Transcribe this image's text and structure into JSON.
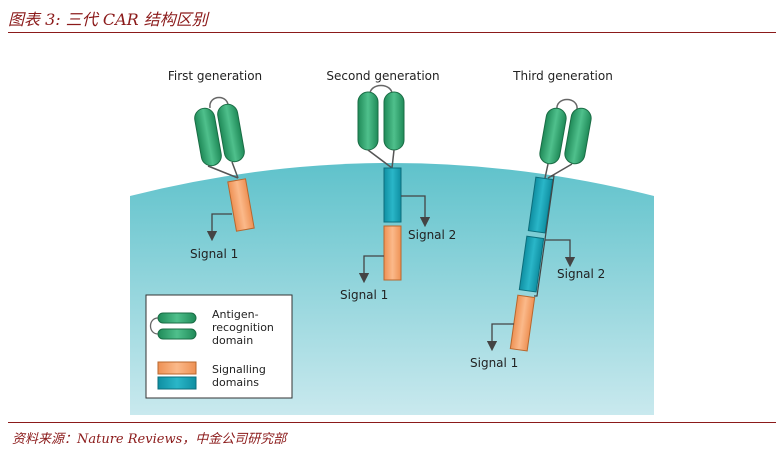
{
  "header": {
    "caption": "图表 3: 三代 CAR 结构区别"
  },
  "generations": {
    "first": "First generation",
    "second": "Second generation",
    "third": "Third generation"
  },
  "signals": {
    "first_signal1": "Signal 1",
    "second_signal1": "Signal 1",
    "second_signal2": "Signal 2",
    "third_signal1": "Signal 1",
    "third_signal2": "Signal 2"
  },
  "legend": {
    "antigen_line1": "Antigen-",
    "antigen_line2": "recognition",
    "antigen_line3": "domain",
    "signal_line1": "Signalling",
    "signal_line2": "domains"
  },
  "colors": {
    "green": "#2e9e6b",
    "teal": "#14a4b8",
    "orange": "#f6a66a",
    "cell": "#6cc7cf"
  },
  "footer": {
    "source": "资料来源：Nature Reviews，中金公司研究部"
  }
}
